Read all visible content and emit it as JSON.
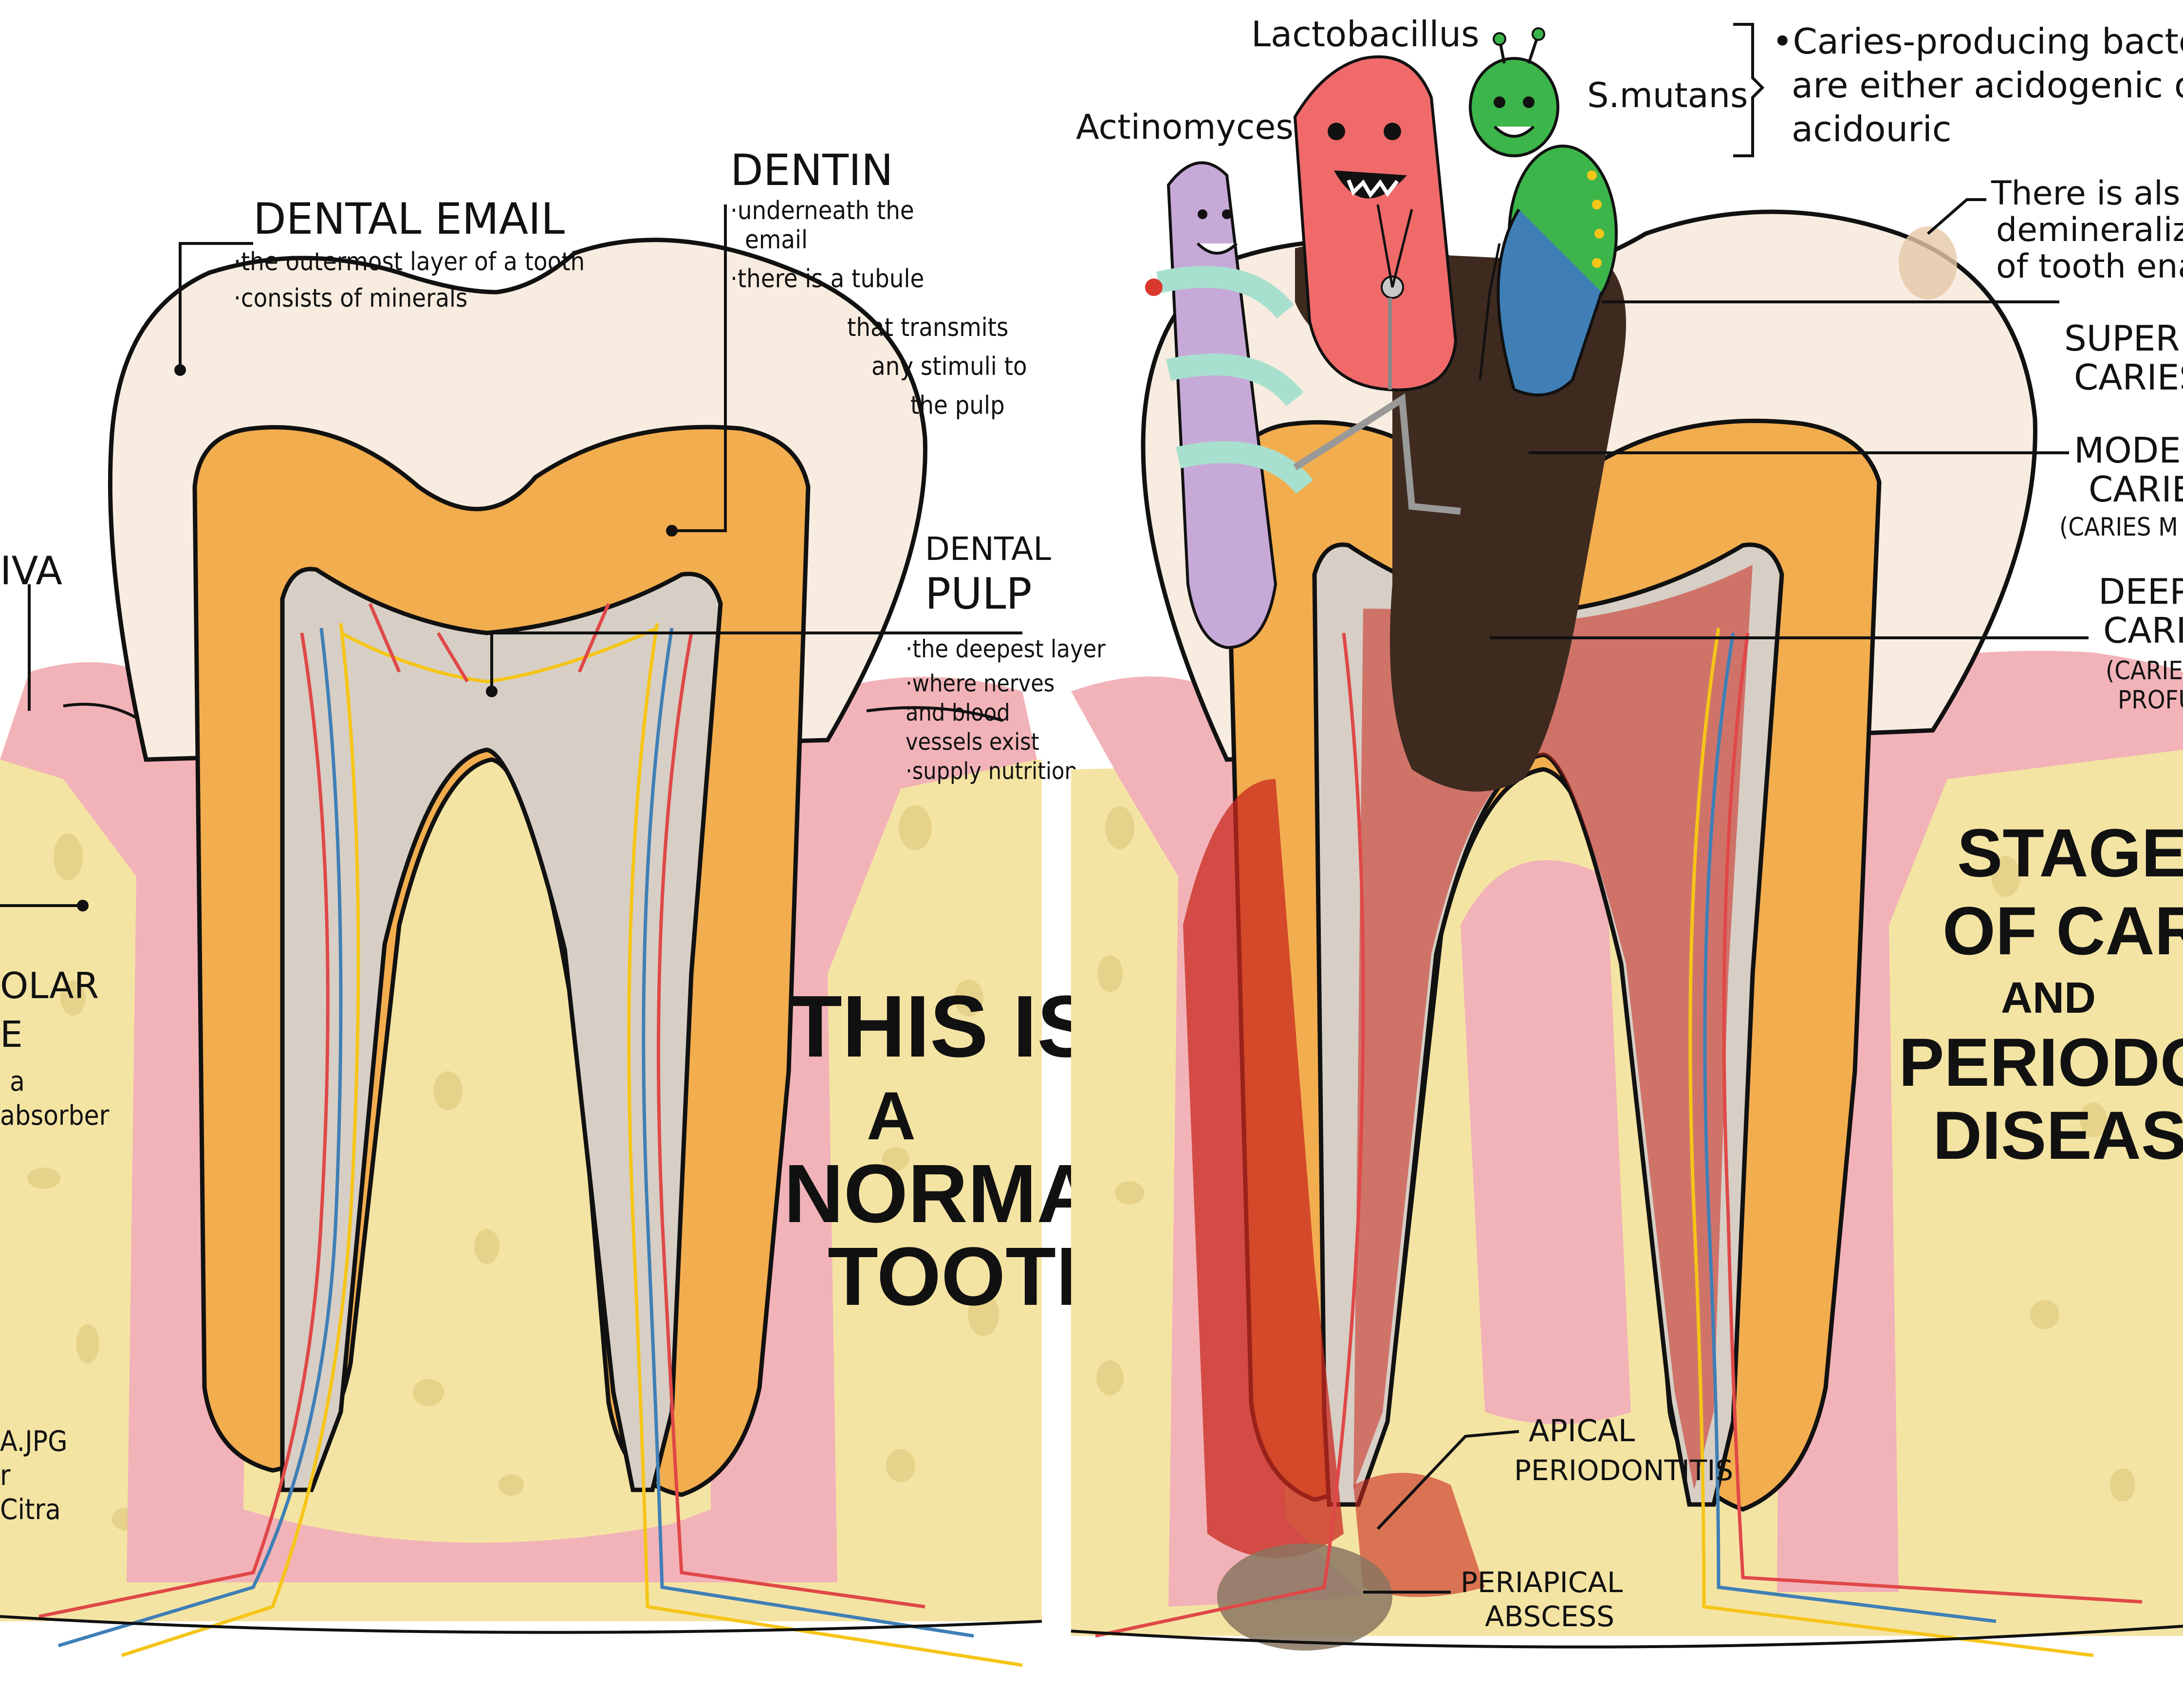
{
  "left_panel": {
    "title_lines": [
      "THIS IS",
      "A",
      "NORMAL",
      "TOOTH"
    ],
    "labels": {
      "gingiva": "IVA",
      "alveolar_1": "OLAR",
      "alveolar_2": "E",
      "alveolar_3": "a",
      "alveolar_4": "absorber",
      "credit_1": "A.JPG",
      "credit_2": "r",
      "credit_3": "Citra"
    },
    "enamel": {
      "title": "DENTAL EMAIL",
      "bullet_1": "·the outermost layer of a tooth",
      "bullet_2": "·consists of minerals"
    },
    "dentin": {
      "title": "DENTIN",
      "line_1": "·underneath the",
      "line_2": "email",
      "line_3": "·there is a tubule",
      "line_4": "that transmits",
      "line_5": "any stimuli to",
      "line_6": "the pulp"
    },
    "pulp": {
      "title_1": "DENTAL",
      "title_2": "PULP",
      "line_1": "·the deepest layer",
      "line_2": "·where nerves",
      "line_3": "and blood",
      "line_4": "vessels exist",
      "line_5": "·supply nutrition"
    }
  },
  "right_panel": {
    "title_lines": [
      "STAGES",
      "OF CARIES",
      "AND",
      "PERIODONTI",
      "DISEASE"
    ],
    "bacteria": {
      "lactobacillus": "Lactobacillus",
      "actinomyces": "Actinomyces",
      "s_mutans": "S.mutans"
    },
    "bacteria_note": {
      "line_1": "•Caries-producing bacteri",
      "line_2": "are either acidogenic or",
      "line_3": "acidouric"
    },
    "demineralization": {
      "line_1": "There is als",
      "line_2": "demineraliza",
      "line_3": "of tooth ena"
    },
    "stages": {
      "superficial_1": "SUPERFIC",
      "superficial_2": "CARIES",
      "moderate_1": "MODER",
      "moderate_2": "CARIE",
      "moderate_3": "(CARIES M",
      "deep_1": "DEEP",
      "deep_2": "CARIE",
      "deep_3": "(CARIE",
      "deep_4": "PROFU"
    },
    "apical_1": "APICAL",
    "apical_2": "PERIODONTITIS",
    "abscess_1": "PERIAPICAL",
    "abscess_2": "ABSCESS"
  },
  "colors": {
    "enamel": "#f7ecdf",
    "dentin": "#f2ad4e",
    "pulp": "#d7cfc6",
    "gum": "#f2b3b8",
    "gum_edge": "#e98e98",
    "bone": "#f4e4a3",
    "decay": "#3e2a1f",
    "inflammation": "#c8281e",
    "nerve": "#f5c518",
    "artery": "#e04848",
    "vein": "#3f7fb6"
  }
}
